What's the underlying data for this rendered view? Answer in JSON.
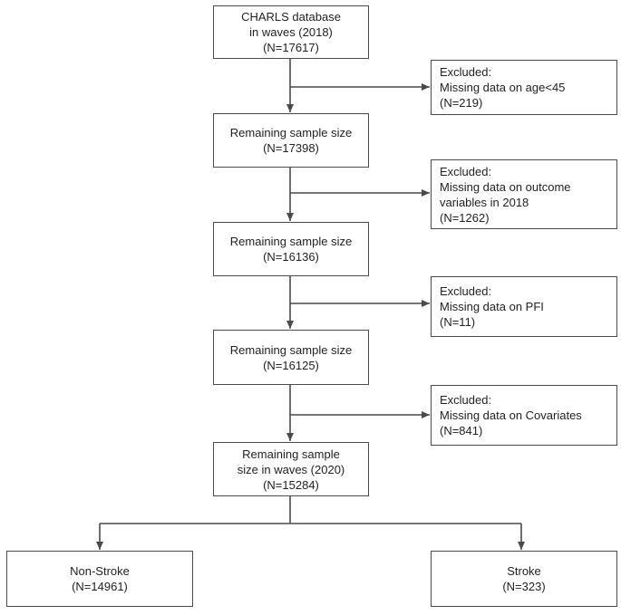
{
  "nodes": {
    "start": [
      "CHARLS database",
      "in waves (2018)",
      "(N=17617)"
    ],
    "remaining1": [
      "Remaining sample size",
      "(N=17398)"
    ],
    "remaining2": [
      "Remaining sample size",
      "(N=16136)"
    ],
    "remaining3": [
      "Remaining sample size",
      "(N=16125)"
    ],
    "remaining4": [
      "Remaining sample",
      "size in waves (2020)",
      "(N=15284)"
    ],
    "non_stroke": [
      "Non-Stroke",
      "(N=14961)"
    ],
    "stroke": [
      "Stroke",
      "(N=323)"
    ]
  },
  "exclusions": {
    "excl1": [
      "Excluded:",
      "Missing data on age<45",
      "(N=219)"
    ],
    "excl2": [
      "Excluded:",
      "Missing data on outcome",
      "variables in 2018",
      "(N=1262)"
    ],
    "excl3": [
      "Excluded:",
      "Missing data on PFI",
      "(N=11)"
    ],
    "excl4": [
      "Excluded:",
      "Missing data on Covariates",
      "(N=841)"
    ]
  },
  "colors": {
    "line": "#4a4a4a",
    "text": "#222222"
  }
}
